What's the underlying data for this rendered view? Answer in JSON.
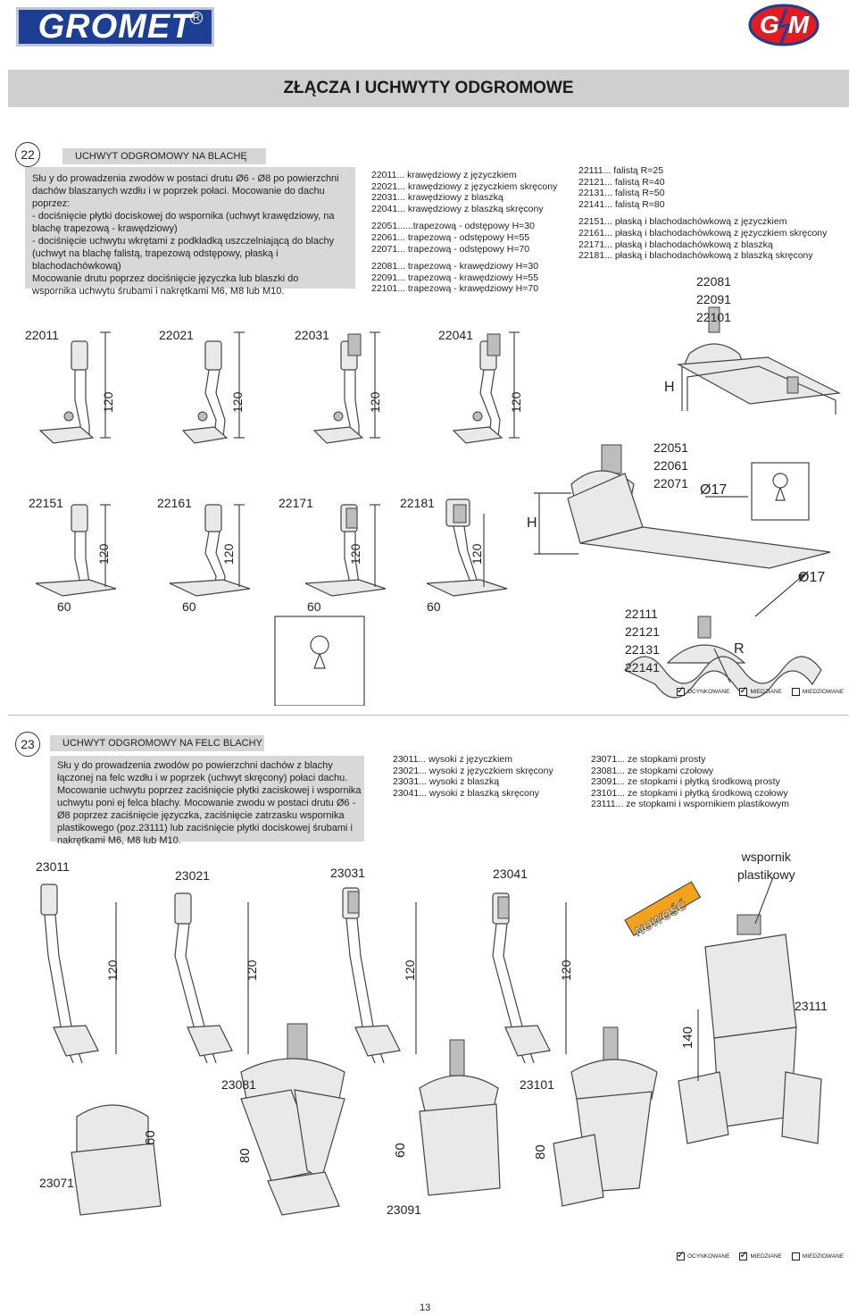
{
  "header": {
    "logo_left": "GROMET",
    "logo_right": "GM",
    "title": "ZŁĄCZA I UCHWYTY ODGROMOWE"
  },
  "section22": {
    "number": "22",
    "title": "UCHWYT ODGROMOWY NA BLACHĘ",
    "description": [
      "Słu y do prowadzenia zwodów w postaci drutu Ø6 - Ø8 po powierzchni",
      "dachów blaszanych wzdłu  i w poprzek połaci. Mocowanie do dachu",
      "poprzez:",
      "- dociśnięcie płytki dociskowej do wspornika (uchwyt   krawędziowy, na",
      "blachę trapezową - krawędziowy)",
      "- dociśnięcie uchwytu wkrętami z podkładką uszczelniającą do blachy",
      "(uchwyt na blachę falistą, trapezową odstępowy, płaską i",
      "blachodachówkową)",
      "Mocowanie drutu poprzez dociśnięcie języczka lub blaszki do",
      "wspornika uchwytu śrubami i nakrętkami M6, M8 lub M10."
    ],
    "codes_col1_a": [
      "22011... krawędziowy z języczkiem",
      "22021... krawędziowy z języczkiem skręcony",
      "22031... krawędziowy z blaszką",
      "22041... krawędziowy z blaszką skręcony"
    ],
    "codes_col1_b": [
      "22051......trapezową - odstępowy H=30",
      "22061... trapezową - odstępowy H=55",
      "22071... trapezową - odstępowy H=70"
    ],
    "codes_col1_c": [
      "22081... trapezową - krawędziowy H=30",
      "22091... trapezową - krawędziowy H=55",
      "22101... trapezową - krawędziowy H=70"
    ],
    "codes_col2_a": [
      "22111... falistą R=25",
      "22121... falistą R=40",
      "22131... falistą R=50",
      "22141... falistą R=80"
    ],
    "codes_col2_b": [
      "22151... płaską i blachodachówkową z języczkiem",
      "22161... płaską i blachodachówkową z języczkiem skręcony",
      "22171... płaską i blachodachówkową z blaszką",
      "22181... płaską i blachodachówkową z blaszką skręcony"
    ],
    "labels": {
      "p22011": "22011",
      "p22021": "22021",
      "p22031": "22031",
      "p22041": "22041",
      "p22151": "22151",
      "p22161": "22161",
      "p22171": "22171",
      "p22181": "22181",
      "trap_krawedz": [
        "22081",
        "22091",
        "22101"
      ],
      "trap_odstep": [
        "22051",
        "22061",
        "22071"
      ],
      "falista": [
        "22111",
        "22121",
        "22131",
        "22141"
      ],
      "dim120": "120",
      "dim60": "60",
      "dimH": "H",
      "dimR": "R",
      "dimPhi17": "Ø17"
    },
    "legend": [
      "OCYNKOWANE",
      "MIEDZIANE",
      "MIEDZIOWANE"
    ],
    "legend_checked": [
      true,
      true,
      false
    ]
  },
  "section23": {
    "number": "23",
    "title": "UCHWYT ODGROMOWY NA FELC BLACHY",
    "description": [
      "Słu y do prowadzenia zwodów po powierzchni dachów z blachy",
      "łączonej na felc wzdłu  i w poprzek (uchwyt skręcony) połaci dachu.",
      "Mocowanie uchwytu poprzez zaciśnięcie płytki zaciskowej i wspornika",
      "uchwytu poni ej felca blachy. Mocowanie zwodu w postaci drutu Ø6 -",
      "Ø8 poprzez zaciśnięcie języczka, zaciśnięcie zatrzasku wspornika",
      "plastikowego (poz.23111) lub zaciśnięcie płytki dociskowej śrubami i",
      "nakrętkami M6, M8 lub M10."
    ],
    "codes_col1": [
      "23011... wysoki z języczkiem",
      "23021... wysoki z języczkiem skręcony",
      "23031... wysoki z blaszką",
      "23041... wysoki z blaszką skręcony"
    ],
    "codes_col2": [
      "23071... ze stopkami prosty",
      "23081... ze stopkami czołowy",
      "23091... ze stopkami i płytką środkową prosty",
      "23101... ze stopkami i płytką środkową czołowy",
      "23111... ze stopkami i wspornikiem plastikowym"
    ],
    "labels": {
      "p23011": "23011",
      "p23021": "23021",
      "p23031": "23031",
      "p23041": "23041",
      "p23071": "23071",
      "p23081": "23081",
      "p23091": "23091",
      "p23101": "23101",
      "p23111": "23111",
      "wspornik": [
        "wspornik",
        "plastikowy"
      ],
      "nowosc": "NOWOŚĆ",
      "dim120": "120",
      "dim140": "140",
      "dim60": "60",
      "dim80": "80"
    },
    "legend": [
      "OCYNKOWANE",
      "MIEDZIANE",
      "MIEDZIOWANE"
    ],
    "legend_checked": [
      true,
      true,
      false
    ]
  },
  "page_number": "13"
}
